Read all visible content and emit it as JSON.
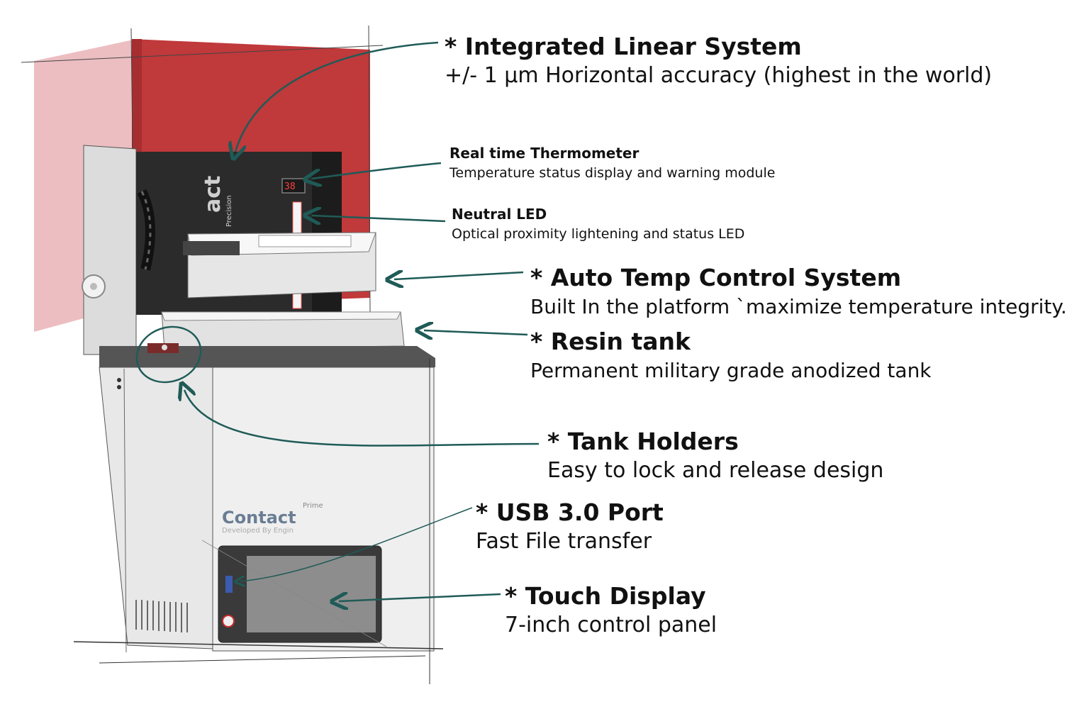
{
  "callouts": {
    "linear": {
      "title": "* Integrated Linear System",
      "desc": "+/- 1 µm Horizontal accuracy (highest in the world)"
    },
    "thermo": {
      "title": "Real time Thermometer",
      "desc": "Temperature status display and warning module"
    },
    "led": {
      "title": "Neutral LED",
      "desc": "Optical proximity lightening and status LED"
    },
    "temp": {
      "title": "* Auto Temp Control System",
      "desc": "Built In the platform `maximize temperature integrity."
    },
    "resin": {
      "title": "* Resin tank",
      "desc": "Permanent military grade anodized tank"
    },
    "holders": {
      "title": "* Tank Holders",
      "desc": "Easy to lock and release design"
    },
    "usb": {
      "title": "* USB 3.0 Port",
      "desc": "Fast File transfer"
    },
    "display": {
      "title": "* Touch Display",
      "desc": "7-inch control panel"
    }
  },
  "device": {
    "side_brand": "act",
    "side_sub": "Precision",
    "thermo_reading": "38",
    "front_brand": "Contact",
    "front_prime": "Prime",
    "front_sub": "Developed By Engin"
  },
  "colors": {
    "cover": "#c0393b",
    "arrow": "#1f5b57",
    "body": "#ececec",
    "dark": "#2b2b2b"
  }
}
